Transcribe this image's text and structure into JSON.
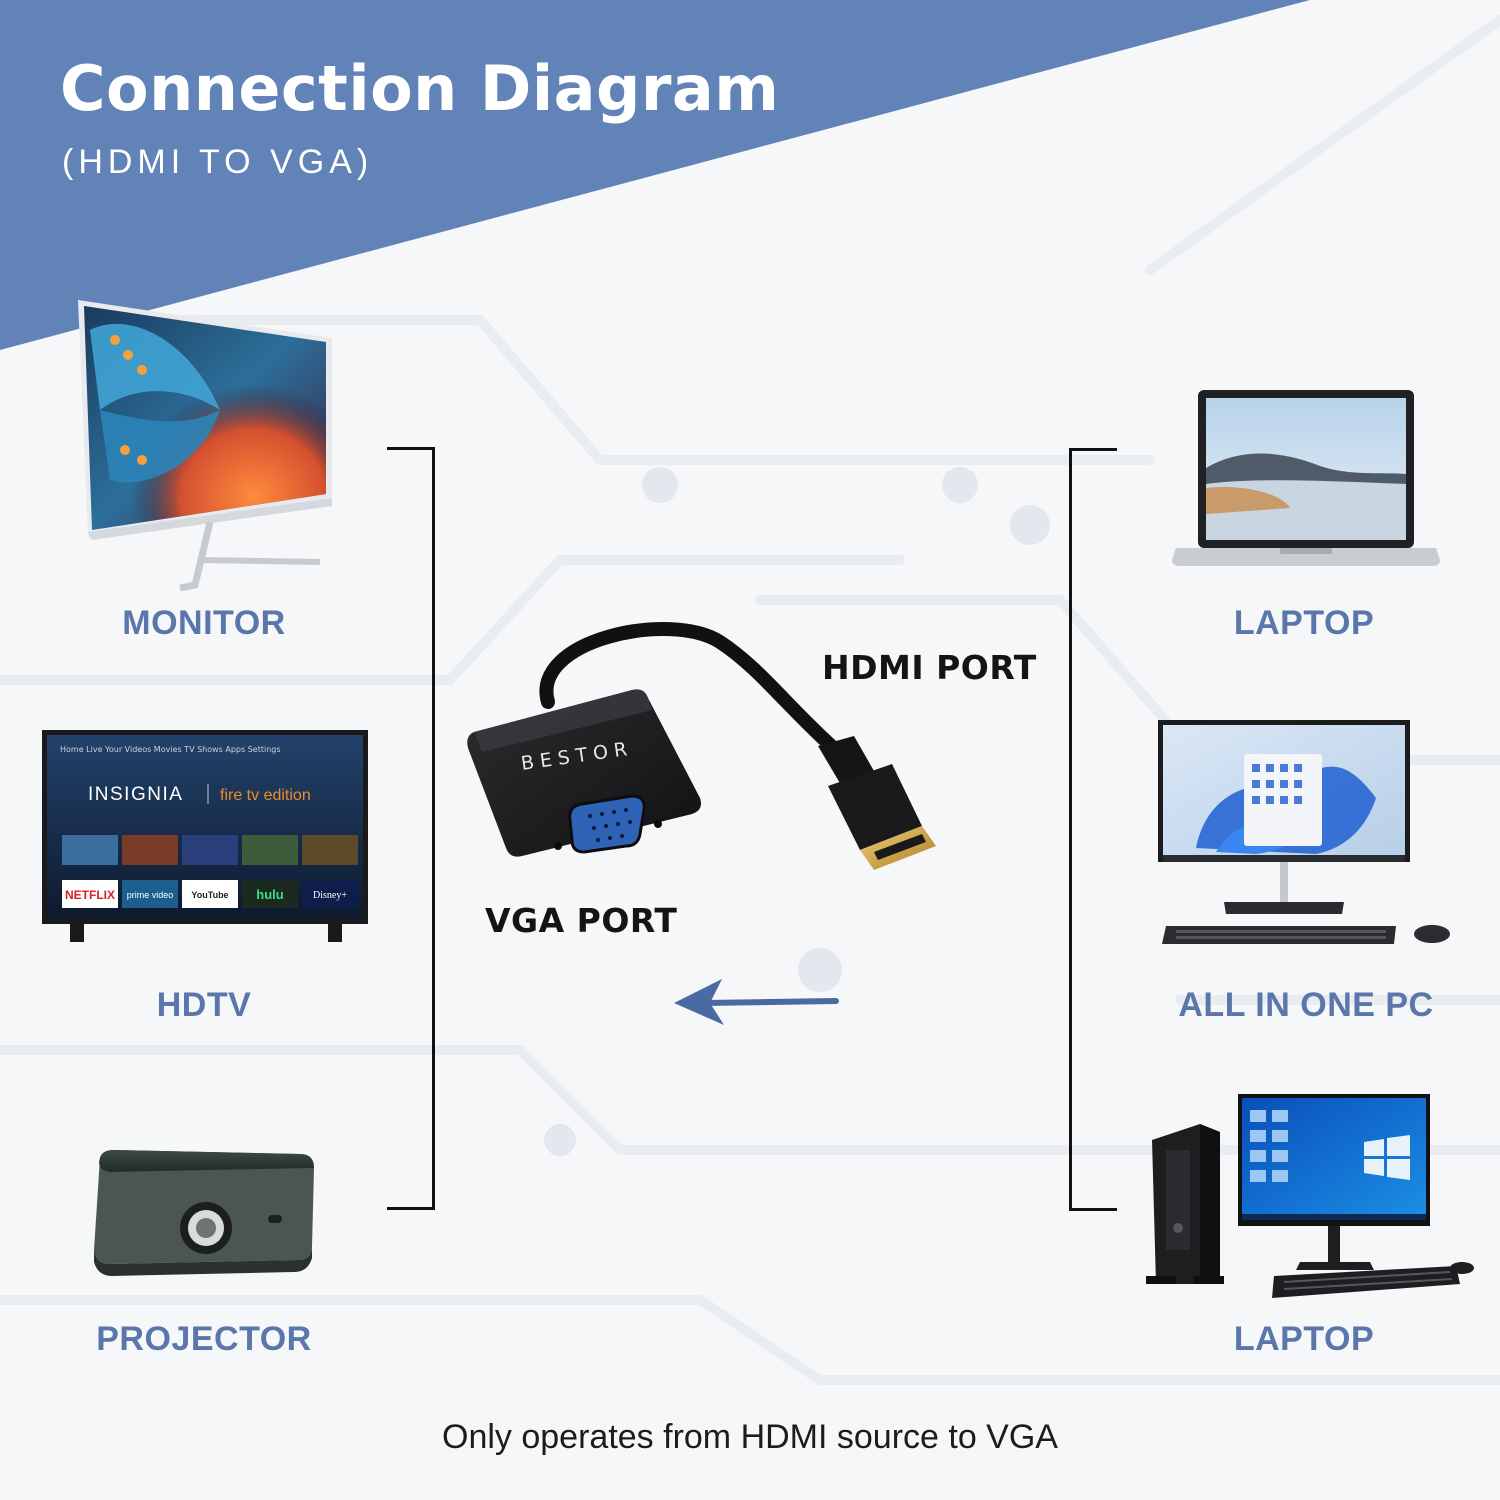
{
  "header": {
    "title": "Connection Diagram",
    "subtitle": "(HDMI TO VGA)",
    "band_color": "#6183b8"
  },
  "left_devices": [
    {
      "label": "MONITOR",
      "icon": "monitor-icon"
    },
    {
      "label": "HDTV",
      "icon": "tv-icon"
    },
    {
      "label": "PROJECTOR",
      "icon": "projector-icon"
    }
  ],
  "right_devices": [
    {
      "label": "LAPTOP",
      "icon": "laptop-icon"
    },
    {
      "label": "ALL IN ONE PC",
      "icon": "all-in-one-pc-icon"
    },
    {
      "label": "LAPTOP",
      "icon": "desktop-pc-icon"
    }
  ],
  "adapter": {
    "brand": "BESTOR",
    "hdmi_label": "HDMI PORT",
    "vga_label": "VGA PORT"
  },
  "tv_screen": {
    "menu": "Home  Live  Your Videos  Movies  TV Shows  Apps  Settings",
    "brand": "INSIGNIA",
    "edition": "fire tv edition",
    "apps": [
      "NETFLIX",
      "prime video",
      "YouTube",
      "hulu",
      "Disney+"
    ]
  },
  "footer": {
    "note": "Only operates from HDMI source to VGA"
  },
  "colors": {
    "accent": "#6183b8",
    "label": "#5a76aa",
    "arrow": "#4a6aa3"
  }
}
